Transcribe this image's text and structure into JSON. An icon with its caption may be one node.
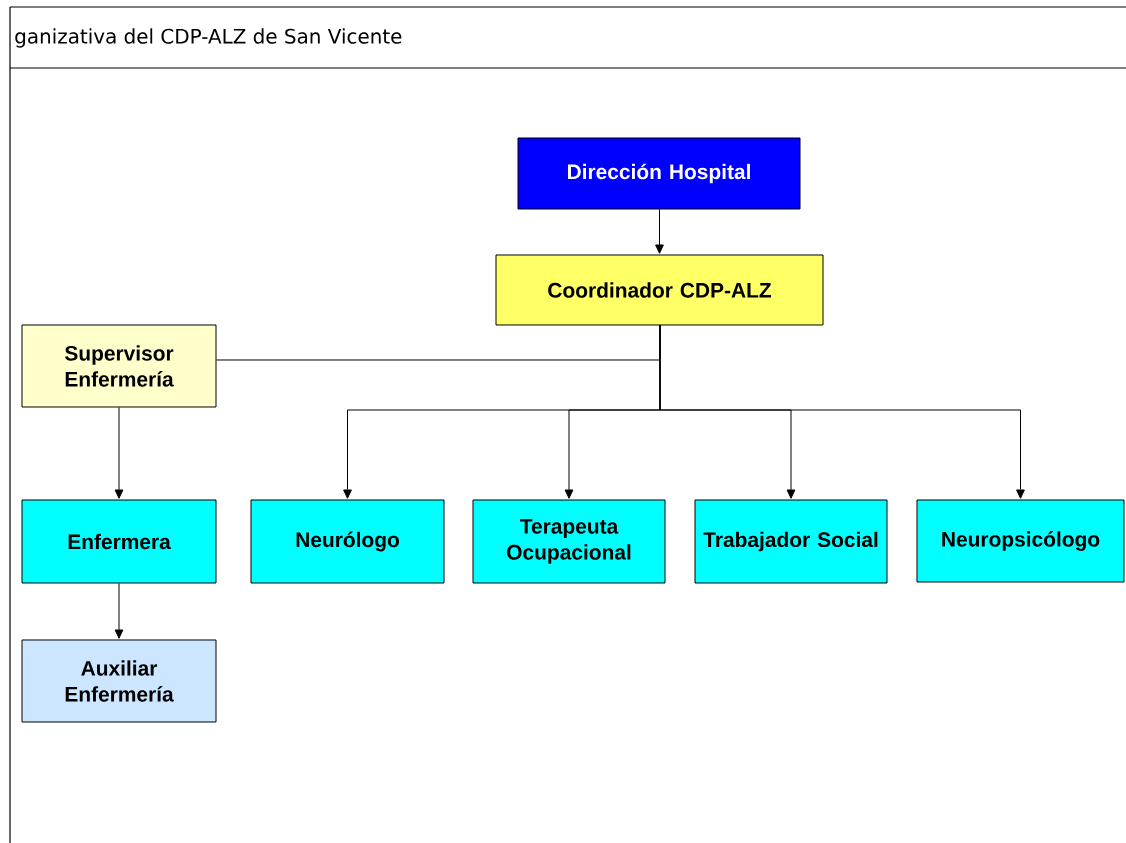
{
  "diagram": {
    "title": "ganizativa del CDP-ALZ de San Vicente",
    "nodes": [
      {
        "text": [
          "Dirección Hospital"
        ]
      },
      {
        "text": [
          "Coordinador CDP-ALZ"
        ]
      },
      {
        "text": [
          "Supervisor Enfermería"
        ]
      },
      {
        "text": [
          "Enfermera"
        ]
      },
      {
        "text": [
          "Neurólogo"
        ]
      },
      {
        "text": [
          "Terapeuta Ocupacional"
        ]
      },
      {
        "text": [
          "Trabajador Social"
        ]
      },
      {
        "text": [
          "Neuropsicólogo"
        ]
      },
      {
        "text": [
          "Auxiliar Enfermería"
        ]
      }
    ],
    "edges": [
      {
        "from": 0,
        "to": 1,
        "arrow": "to"
      },
      {
        "from": 1,
        "to": 2,
        "arrow": "none"
      },
      {
        "from": 1,
        "to": 4,
        "arrow": "to"
      },
      {
        "from": 1,
        "to": 5,
        "arrow": "to"
      },
      {
        "from": 1,
        "to": 6,
        "arrow": "to"
      },
      {
        "from": 1,
        "to": 7,
        "arrow": "to"
      },
      {
        "from": 2,
        "to": 3,
        "arrow": "to"
      },
      {
        "from": 3,
        "to": 8,
        "arrow": "to"
      }
    ]
  }
}
